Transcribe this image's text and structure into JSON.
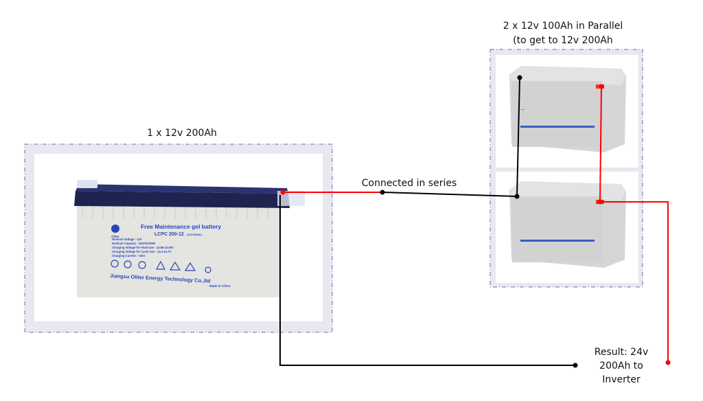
{
  "labels": {
    "single_battery": "1 x 12v 200Ah",
    "parallel_line1": "2 x 12v 100Ah in Parallel",
    "parallel_line2": "(to get to 12v 200Ah",
    "series": "Connected in series",
    "result_line1": "Result: 24v",
    "result_line2": "200Ah to",
    "result_line3": "Inverter"
  },
  "big_battery": {
    "title": "Free Maintenance gel battery",
    "model": "LCPC 200-12",
    "model_note": "(12V200Ah)",
    "specs": [
      "Nominal  Voltage : 12V",
      "Nominal  Capacity : 200Ah/10HR",
      "Charging  Voltage  for  Float  Use : 13.56-13.80V",
      "Charging  Voltage  for  Cycle  Use : 14.4-14.7V",
      "Charging  Current : <50A"
    ],
    "maker": "Jiangsu Oliter Energy Technology Co.,ltd",
    "origin": "Made in China",
    "brand": "Oliter"
  },
  "colors": {
    "positive": "#ff0000",
    "negative": "#000000",
    "frame": "#7b68a8"
  }
}
